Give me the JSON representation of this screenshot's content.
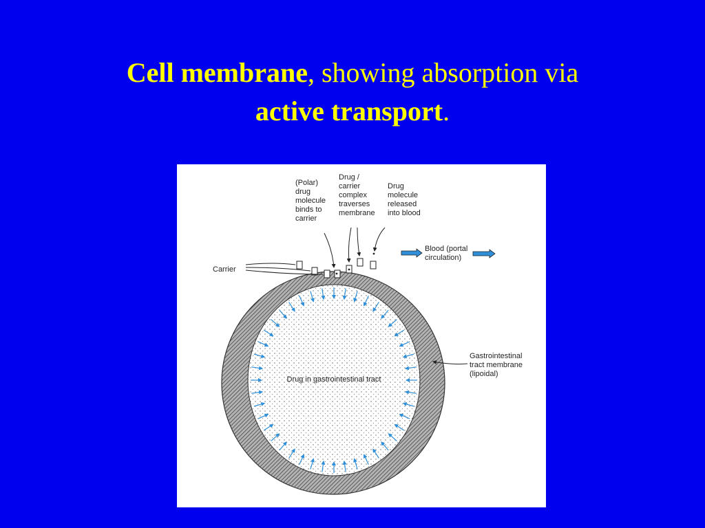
{
  "title": {
    "line1_bold": "Cell membrane",
    "line1_rest": ", showing absorption via",
    "line2_bold": "active transport",
    "line2_rest": "."
  },
  "diagram": {
    "labels": {
      "polar_drug": [
        "(Polar)",
        "drug",
        "molecule",
        "binds to",
        "carrier"
      ],
      "complex": [
        "Drug /",
        "carrier",
        "complex",
        "traverses",
        "membrane"
      ],
      "released": [
        "Drug",
        "molecule",
        "released",
        "into blood"
      ],
      "blood": [
        "Blood (portal",
        "circulation)"
      ],
      "carrier": "Carrier",
      "gi_membrane": [
        "Gastrointestinal",
        "tract membrane",
        "(lipoidal)"
      ],
      "center": "Drug in gastrointestinal tract"
    },
    "colors": {
      "background": "#0000ee",
      "title": "#ffff00",
      "arrow": "#2f8fd8",
      "membrane_fill": "#9a9a9a",
      "panel": "#ffffff"
    }
  }
}
